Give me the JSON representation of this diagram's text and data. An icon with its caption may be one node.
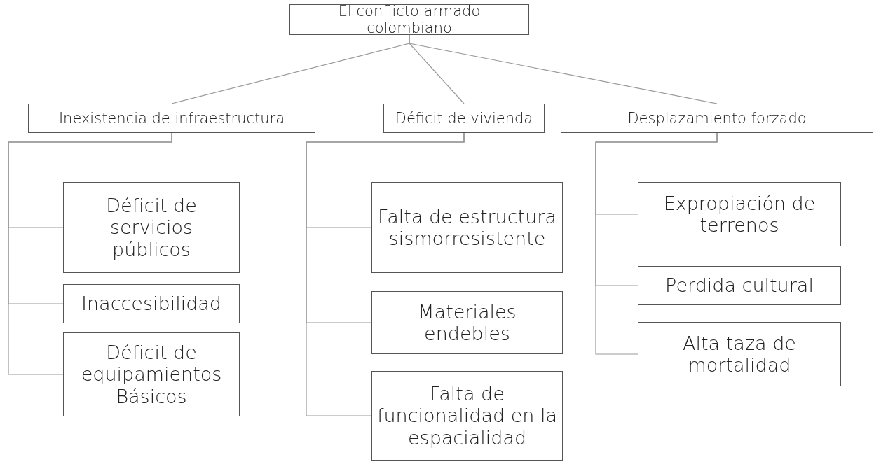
{
  "diagram": {
    "nodes": [
      {
        "text": [
          "El conflicto armado colombiano"
        ]
      },
      {
        "text": [
          "Inexistencia de infraestructura"
        ]
      },
      {
        "text": [
          "Déficit de vivienda"
        ]
      },
      {
        "text": [
          "Desplazamiento forzado"
        ]
      },
      {
        "text": [
          "Déficit de servicios públicos"
        ]
      },
      {
        "text": [
          "Inaccesibilidad"
        ]
      },
      {
        "text": [
          "Déficit de equipamientos Básicos"
        ]
      },
      {
        "text": [
          "Falta de estructura sismorresistente"
        ]
      },
      {
        "text": [
          "Materiales endebles"
        ]
      },
      {
        "text": [
          "Falta de funcionalidad en la espacialidad"
        ]
      },
      {
        "text": [
          "Expropiación de terrenos"
        ]
      },
      {
        "text": [
          "Perdida cultural"
        ]
      },
      {
        "text": [
          "Alta taza de mortalidad"
        ]
      }
    ],
    "edges": [
      {
        "from": 0,
        "to": 1,
        "arrow": "none"
      },
      {
        "from": 0,
        "to": 2,
        "arrow": "none"
      },
      {
        "from": 0,
        "to": 3,
        "arrow": "none"
      },
      {
        "from": 1,
        "to": 4,
        "arrow": "none"
      },
      {
        "from": 1,
        "to": 5,
        "arrow": "none"
      },
      {
        "from": 1,
        "to": 6,
        "arrow": "none"
      },
      {
        "from": 2,
        "to": 7,
        "arrow": "none"
      },
      {
        "from": 2,
        "to": 8,
        "arrow": "none"
      },
      {
        "from": 2,
        "to": 9,
        "arrow": "none"
      },
      {
        "from": 3,
        "to": 10,
        "arrow": "none"
      },
      {
        "from": 3,
        "to": 11,
        "arrow": "none"
      },
      {
        "from": 3,
        "to": 12,
        "arrow": "none"
      }
    ]
  }
}
